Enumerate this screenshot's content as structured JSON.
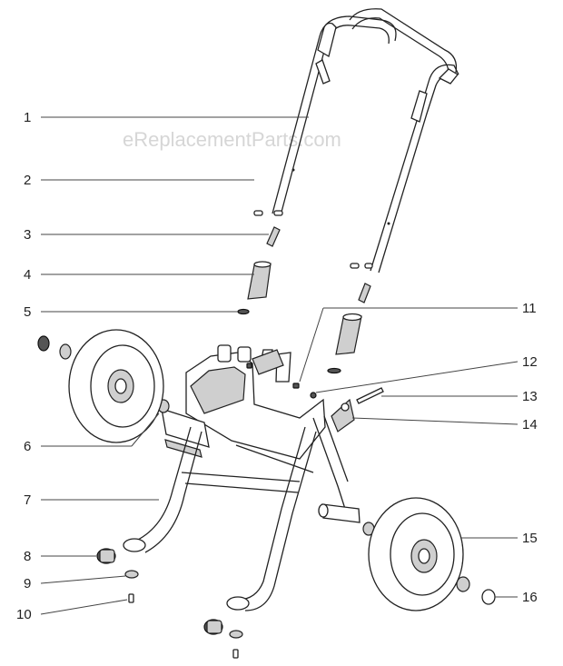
{
  "watermark": "eReplacementParts.com",
  "callouts": [
    {
      "id": "1",
      "label": "1"
    },
    {
      "id": "2",
      "label": "2"
    },
    {
      "id": "3",
      "label": "3"
    },
    {
      "id": "4",
      "label": "4"
    },
    {
      "id": "5",
      "label": "5"
    },
    {
      "id": "6",
      "label": "6"
    },
    {
      "id": "7",
      "label": "7"
    },
    {
      "id": "8",
      "label": "8"
    },
    {
      "id": "9",
      "label": "9"
    },
    {
      "id": "10",
      "label": "10"
    },
    {
      "id": "11",
      "label": "11"
    },
    {
      "id": "12",
      "label": "12"
    },
    {
      "id": "13",
      "label": "13"
    },
    {
      "id": "14",
      "label": "14"
    },
    {
      "id": "15",
      "label": "15"
    },
    {
      "id": "16",
      "label": "16"
    }
  ]
}
